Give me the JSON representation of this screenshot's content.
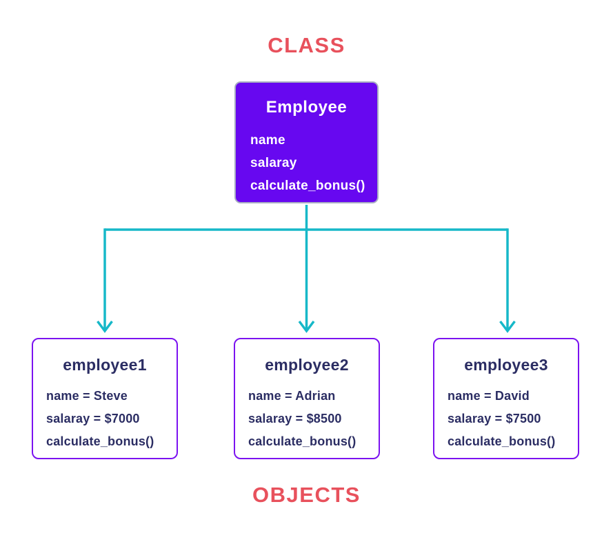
{
  "labels": {
    "class_section": "CLASS",
    "objects_section": "OBJECTS"
  },
  "colors": {
    "label_red": "#E8515C",
    "class_fill": "#6708F0",
    "class_border": "#A8AEC2",
    "object_border": "#7B12F0",
    "text_dark": "#2B2D63",
    "text_light": "#FFFFFF",
    "arrow": "#16B8C8",
    "background": "#FFFFFF"
  },
  "class_box": {
    "title": "Employee",
    "members": [
      "name",
      "salaray",
      "calculate_bonus()"
    ]
  },
  "object_boxes": [
    {
      "title": "employee1",
      "members": [
        "name = Steve",
        "salaray = $7000",
        "calculate_bonus()"
      ]
    },
    {
      "title": "employee2",
      "members": [
        "name = Adrian",
        "salaray = $8500",
        "calculate_bonus()"
      ]
    },
    {
      "title": "employee3",
      "members": [
        "name = David",
        "salaray = $7500",
        "calculate_bonus()"
      ]
    }
  ]
}
